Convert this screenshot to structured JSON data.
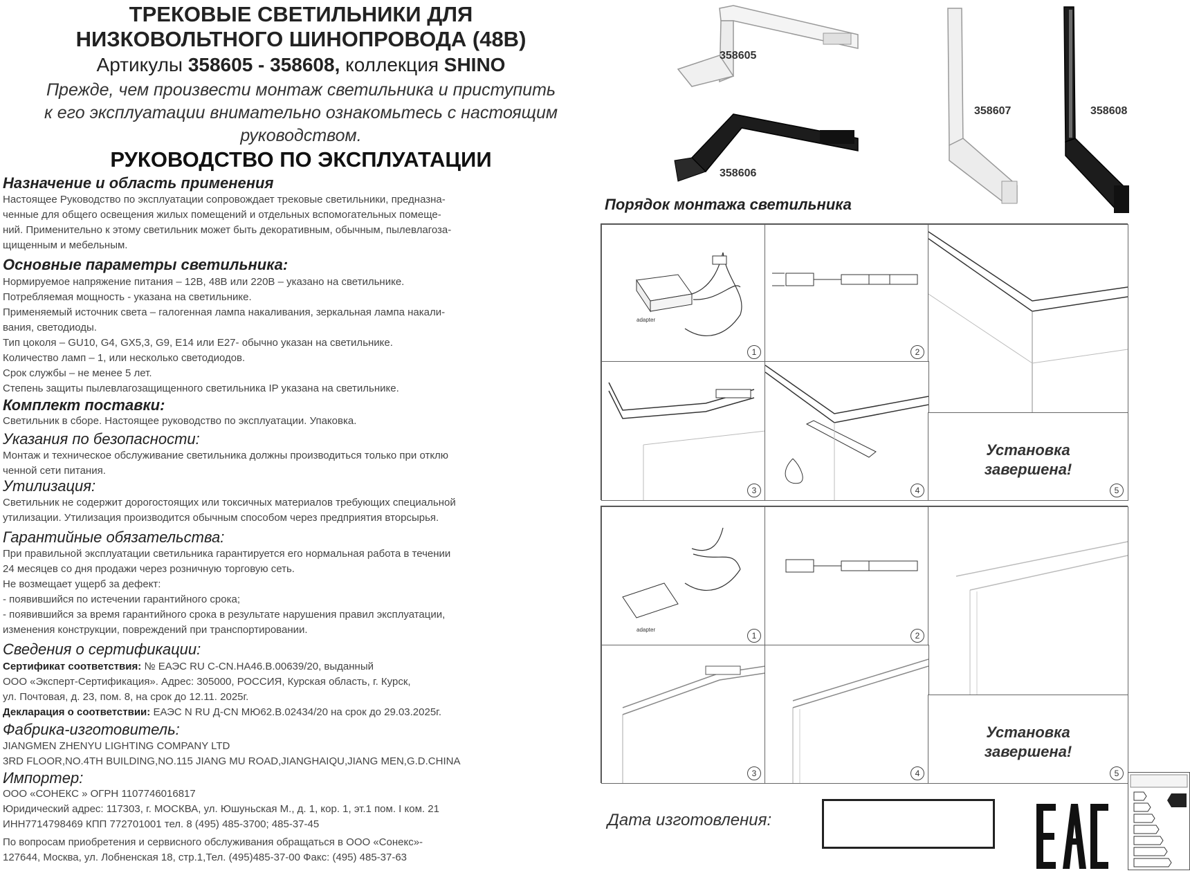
{
  "header": {
    "title_line1": "ТРЕКОВЫЕ СВЕТИЛЬНИКИ ДЛЯ",
    "title_line2": "НИЗКОВОЛЬТНОГО ШИНОПРОВОДА (48В)",
    "articles_prefix": "Артикулы",
    "articles_range": "358605 - 358608,",
    "collection_prefix": "коллекция",
    "collection_name": "SHINO",
    "intro_line1": "Прежде, чем произвести монтаж светильника и приступить",
    "intro_line2": "к его эксплуатации внимательно ознакомьтесь с настоящим",
    "intro_line3": "руководством.",
    "manual_title": "РУКОВОДСТВО ПО ЭКСПЛУАТАЦИИ"
  },
  "sections": {
    "purpose": {
      "heading": "Назначение и область применения",
      "lines": [
        "Настоящее Руководство по эксплуатации сопровождает трековые светильники, предназна-",
        "ченные для общего освещения жилых помещений и отдельных вспомогательных помеще-",
        "ний. Применительно к этому светильник может быть декоративным, обычным, пылевлагоза-",
        "щищенным и мебельным."
      ]
    },
    "params": {
      "heading": "Основные параметры светильника:",
      "lines": [
        "Нормируемое напряжение питания – 12В, 48В или 220В – указано на светильнике.",
        "Потребляемая мощность - указана на светильнике.",
        "Применяемый источник света – галогенная лампа накаливания, зеркальная лампа накали-",
        "вания, светодиоды.",
        "Тип цоколя – GU10, G4, GX5,3, G9, E14 или E27- обычно указан на светильнике.",
        "Количество ламп – 1, или несколько светодиодов.",
        "Срок службы – не менее 5 лет.",
        "Степень защиты пылевлагозащищенного светильника IP указана на светильнике."
      ]
    },
    "kit": {
      "heading": "Комплект поставки:",
      "lines": [
        "Светильник в сборе. Настоящее руководство по эксплуатации. Упаковка."
      ]
    },
    "safety": {
      "heading": "Указания по  безопасности:",
      "lines": [
        "Монтаж и техническое обслуживание светильника должны производиться только при отклю",
        "ченной сети питания."
      ]
    },
    "disposal": {
      "heading": "Утилизация:",
      "lines": [
        "Светильник не содержит дорогостоящих или токсичных материалов требующих специальной",
        "утилизации. Утилизация производится обычным способом через предприятия вторсырья."
      ]
    },
    "warranty": {
      "heading": "Гарантийные обязательства:",
      "lines": [
        "При правильной эксплуатации светильника гарантируется его нормальная работа в течении",
        "24 месяцев со дня продажи через розничную торговую сеть.",
        "Не возмещает ущерб за дефект:",
        "- появившийся по истечении гарантийного срока;",
        "- появившийся за время гарантийного срока в результате нарушения правил эксплуатации,",
        "изменения конструкции, повреждений при транспортировании."
      ]
    },
    "cert": {
      "heading": "Сведения о сертификации:",
      "cert_label": "Сертификат соответствия:",
      "cert_line1": "№ ЕАЭС RU C-CN.НА46.В.00639/20, выданный",
      "cert_line2": "ООО «Эксперт-Сертификация». Адрес: 305000, РОССИЯ, Курская область, г. Курск,",
      "cert_line3": "ул. Почтовая, д. 23, пом. 8, на срок до 12.11. 2025г.",
      "decl_label": "Декларация о соответствии:",
      "decl_line": "ЕАЭС N RU Д-CN МЮ62.В.02434/20 на срок до 29.03.2025г."
    },
    "factory": {
      "heading": "Фабрика-изготовитель:",
      "lines": [
        "JIANGMEN ZHENYU LIGHTING COMPANY LTD",
        "3RD FLOOR,NO.4TH BUILDING,NO.115 JIANG MU ROAD,JIANGHAIQU,JIANG MEN,G.D.CHINA"
      ]
    },
    "importer": {
      "heading": "Импортер:",
      "lines": [
        "ООО «СОНЕКС » ОГРН 1107746016817",
        "Юридический адрес:  117303, г. МОСКВА, ул. Юшуньская М., д. 1, кор. 1, эт.1 пом. I ком. 21",
        "ИНН7714798469 КПП 772701001   тел. 8 (495) 485-3700; 485-37-45",
        "По вопросам приобретения и сервисного обслуживания обращаться в ООО «Сонекс»-",
        "127644, Москва, ул. Лобненская 18, стр.1,Тел. (495)485-37-00 Факс: (495) 485-37-63"
      ]
    }
  },
  "products": {
    "p1": "358605",
    "p2": "358606",
    "p3": "358607",
    "p4": "358608"
  },
  "montage": {
    "heading": "Порядок монтажа светильника",
    "steps": [
      "1",
      "2",
      "3",
      "4",
      "5"
    ],
    "done_line1": "Установка",
    "done_line2": "завершена!",
    "adapter_label": "adapter"
  },
  "footer": {
    "date_label": "Дата изготовления:",
    "eac": "EAC"
  },
  "colors": {
    "text": "#1a1a1a",
    "muted": "#444444",
    "frame": "#444444",
    "fixture_white": "#f2f2f2",
    "fixture_black": "#1c1c1c"
  }
}
